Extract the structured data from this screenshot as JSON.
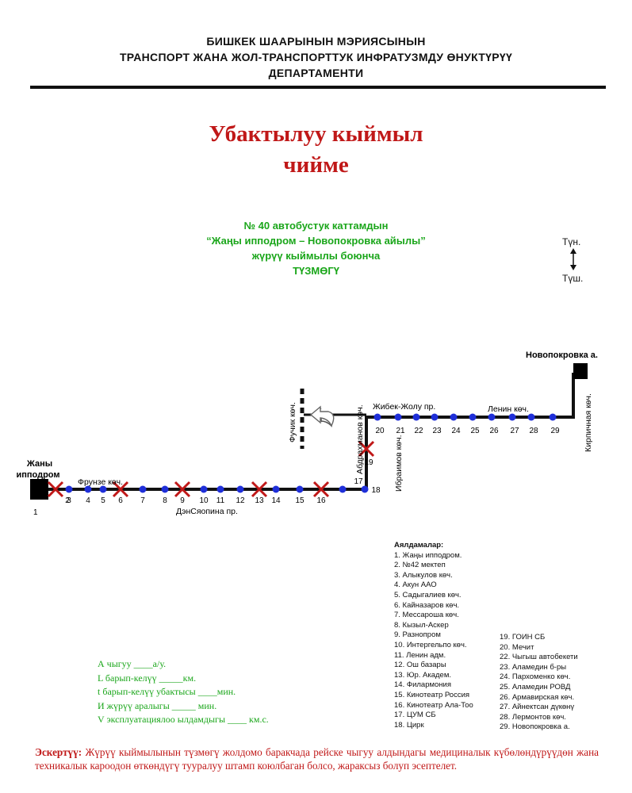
{
  "header": {
    "line1": "БИШКЕК ШААРЫНЫН  МЭРИЯСЫНЫН",
    "line2": "ТРАНСПОРТ ЖАНА ЖОЛ-ТРАНСПОРТТУК ИНФРАТУЗМДУ ӨНУКТҮРҮҮ",
    "line3": "ДЕПАРТАМЕНТИ"
  },
  "title": {
    "line1": "Убактылуу кыймыл",
    "line2": "чийме"
  },
  "route": {
    "line1": "№ 40 автобустук каттамдын",
    "line2": "“Жаңы ипподром – Новопокровка айылы”",
    "line3": "жүрүү кыймылы боюнча",
    "line4": "ТҮЗМӨГҮ"
  },
  "direction": {
    "north": "Түн.",
    "south": "Түш."
  },
  "map": {
    "terminus_start": {
      "line1": "Жаны",
      "line2": "ипподром",
      "num": "1"
    },
    "terminus_end": "Новопокровка а.",
    "streets": {
      "frunze": "Фрунзе көч.",
      "densyaopina": "ДэнСяопина пр.",
      "fuchik": "Фучик көч.",
      "abdrakhmanov": "Абдрахманов көч.",
      "ibraimov": "Ибраимов көч.",
      "zhibek": "Жибек-Жолу пр.",
      "lenin": "Ленин көч.",
      "kirpichnaya": "Кирпичная көч."
    },
    "stop_labels": [
      "2",
      "3",
      "4",
      "5",
      "6",
      "7",
      "8",
      "9",
      "10",
      "11",
      "12",
      "13",
      "14",
      "15",
      "16",
      "17",
      "18",
      "19",
      "20",
      "21",
      "22",
      "23",
      "24",
      "25",
      "26",
      "27",
      "28",
      "29"
    ],
    "closed_stops": [
      "2",
      "6",
      "9",
      "13",
      "16",
      "19"
    ]
  },
  "legend": {
    "heading": "Аялдамалар:",
    "col1": [
      "1. Жаңы ипподром.",
      "2. №42 мектеп",
      "3. Алыкулов көч.",
      "4. Акун ААО",
      "5. Садыгалиев көч.",
      "6. Кайназаров көч.",
      "7. Мессароша көч.",
      "8. Кызыл-Аскер",
      "9. Разнопром",
      "10. Интергельпо көч.",
      "11. Ленин адм.",
      "12. Ош базары",
      "13. Юр. Академ.",
      "14. Филармония",
      "15. Кинотеатр Россия",
      "16. Кинотеатр Ала-Тоо",
      "17. ЦУМ СБ",
      "18. Цирк"
    ],
    "col2": [
      "19. ГОИН СБ",
      "20. Мечит",
      "22. Чыгыш автобекети",
      "23. Аламедин б-ры",
      "24. Пархоменко көч.",
      "25. Аламедин РОВД",
      "26. Армавирская көч.",
      "27. Айнектсан дүкөнү",
      "28. Лермонтов көч.",
      "29. Новопокровка а."
    ]
  },
  "params": [
    "А чыгуу  ____а/у.",
    "L барып-келүү  _____км.",
    "t барып-келүү убактысы ____мин.",
    "И жүрүү аралыгы  _____   мин.",
    "V эксплуатациялоо ылдамдыгы ____ км.с."
  ],
  "note": {
    "label": "Эскертүү:",
    "text": " Жүрүү кыймылынын түзмөгү жолдомо баракчада рейске чыгуу алдындагы медициналык күбөлөндүрүүдөн жана техникалык кароодон өткөндүгү тууралуу штамп коюлбаган болсо, жараксыз болуп эсептелет."
  },
  "colors": {
    "red": "#c01818",
    "green": "#1aa61a",
    "stop": "#1f2fd8",
    "road": "#111111"
  }
}
